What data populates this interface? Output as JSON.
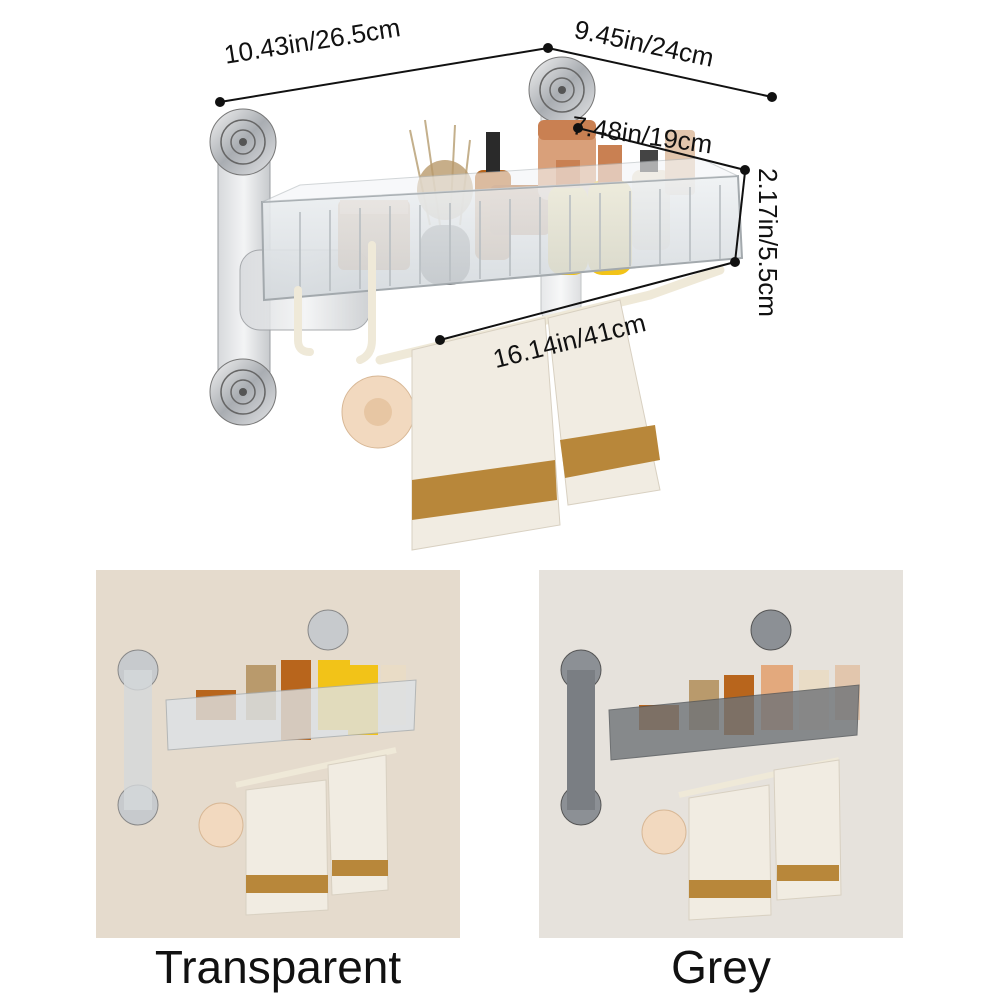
{
  "dimensions": {
    "width_total": "10.43in/26.5cm",
    "depth_total": "9.45in/24cm",
    "depth_inner": "7.48in/19cm",
    "height": "2.17in/5.5cm",
    "rail_length": "16.14in/41cm"
  },
  "variants": [
    {
      "label": "Transparent",
      "tray_color": "#cfd6dc"
    },
    {
      "label": "Grey",
      "tray_color": "#6f7378"
    }
  ],
  "colors": {
    "wall_left": "#e5dbcd",
    "wall_right": "#e6e2dc",
    "towel": "#f1ece2",
    "towel_stripe": "#b8873a",
    "hook": "#efe9d8",
    "bottle_yellow": "#f2c318",
    "bottle_amber": "#b8651c",
    "cap_copper": "#c98052"
  }
}
